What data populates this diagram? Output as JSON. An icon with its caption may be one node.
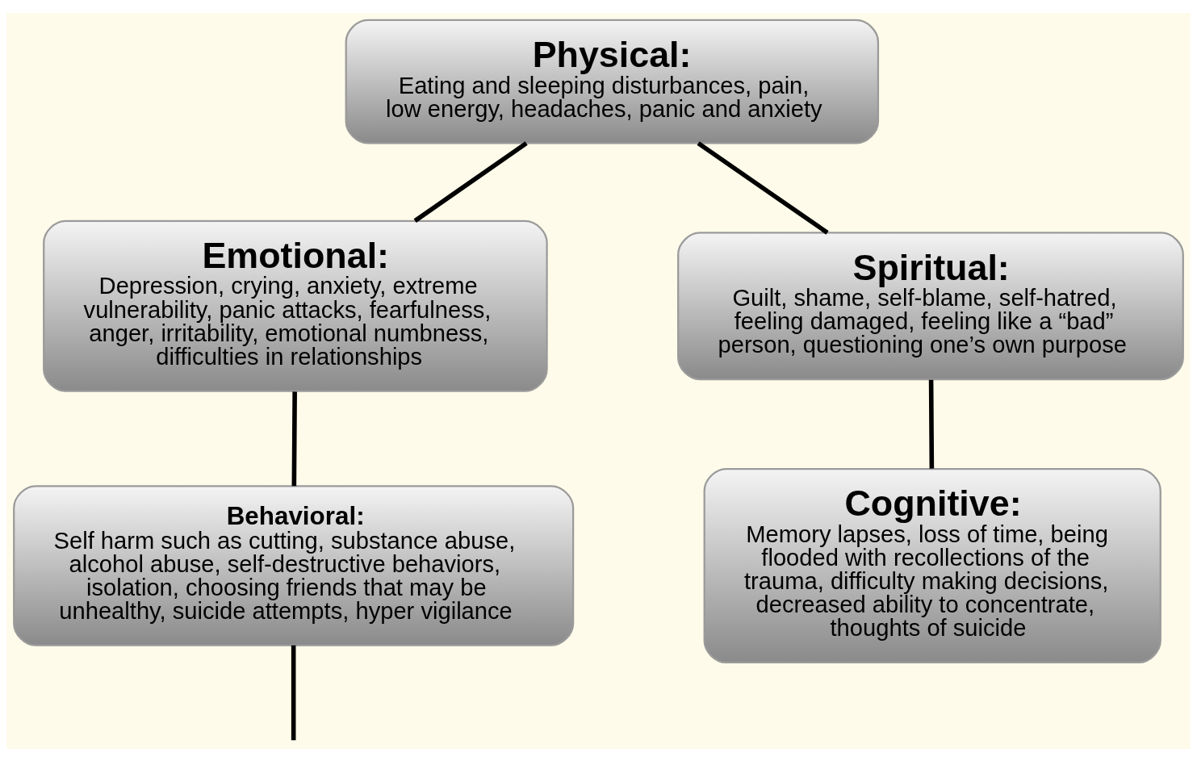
{
  "diagram": {
    "nodes": [
      {
        "text": [
          "Physical:",
          "Eating and sleeping disturbances, pain, low energy, headaches, panic and anxiety"
        ]
      },
      {
        "text": [
          "Emotional:",
          "Depression, crying, anxiety, extreme vulnerability, panic attacks, fearfulness, anger, irritability, emotional numbness, difficulties in relationships"
        ]
      },
      {
        "text": [
          "Spiritual:",
          "Guilt, shame, self-blame, self-hatred, feeling damaged, feeling like a “bad” person, questioning one’s own purpose"
        ]
      },
      {
        "text": [
          "Behavioral:",
          "Self harm such as cutting, substance abuse, alcohol abuse, self-destructive behaviors, isolation, choosing friends that may be unhealthy, suicide attempts, hyper vigilance"
        ]
      },
      {
        "text": [
          "Cognitive:",
          "Memory lapses, loss of time, being flooded with recollections of the trauma, difficulty making decisions, decreased ability to concentrate, thoughts of suicide"
        ]
      }
    ],
    "edges": [
      {
        "from": 0,
        "to": 1,
        "arrow": "none"
      },
      {
        "from": 0,
        "to": 2,
        "arrow": "none"
      },
      {
        "from": 1,
        "to": 3,
        "arrow": "none"
      },
      {
        "from": 2,
        "to": 4,
        "arrow": "none"
      },
      {
        "from": 3,
        "to": null,
        "arrow": "none"
      }
    ]
  }
}
